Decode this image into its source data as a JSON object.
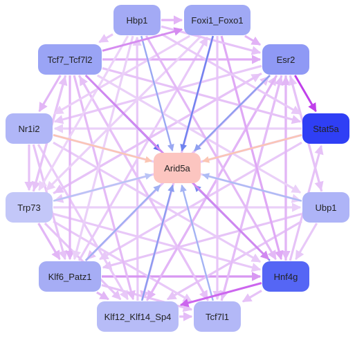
{
  "nodes": [
    {
      "id": "hbp1",
      "label": "Hbp1",
      "color": "#a3aaf5"
    },
    {
      "id": "foxi1",
      "label": "Foxi1_Foxo1",
      "color": "#a0a9f5"
    },
    {
      "id": "tcf7",
      "label": "Tcf7_Tcf7l2",
      "color": "#9aa4f5"
    },
    {
      "id": "esr2",
      "label": "Esr2",
      "color": "#8f99f5"
    },
    {
      "id": "nr1i2",
      "label": "Nr1i2",
      "color": "#b0b6f7"
    },
    {
      "id": "stat5a",
      "label": "Stat5a",
      "color": "#2f3ff5"
    },
    {
      "id": "arid5a",
      "label": "Arid5a",
      "color": "#fcc5c0"
    },
    {
      "id": "trp73",
      "label": "Trp73",
      "color": "#c3c7f8"
    },
    {
      "id": "ubp1",
      "label": "Ubp1",
      "color": "#aeb4f7"
    },
    {
      "id": "klf6",
      "label": "Klf6_Patz1",
      "color": "#a6adf5"
    },
    {
      "id": "hnf4g",
      "label": "Hnf4g",
      "color": "#5566f5"
    },
    {
      "id": "klf12",
      "label": "Klf12_Klf14_Sp4",
      "color": "#b7bcf7"
    },
    {
      "id": "tcf7l1",
      "label": "Tcf7l1",
      "color": "#b3b8f7"
    }
  ],
  "edges": [
    {
      "from": "tcf7",
      "to": "arid5a",
      "color": "#5b70ee"
    },
    {
      "from": "foxi1",
      "to": "arid5a",
      "color": "#6f83ef"
    },
    {
      "from": "hbp1",
      "to": "arid5a",
      "color": "#9aa8f2"
    },
    {
      "from": "esr2",
      "to": "arid5a",
      "color": "#8fa0f0"
    },
    {
      "from": "stat5a",
      "to": "arid5a",
      "color": "#fbc6b3"
    },
    {
      "from": "nr1i2",
      "to": "arid5a",
      "color": "#fbc6b3"
    },
    {
      "from": "trp73",
      "to": "arid5a",
      "color": "#b9c4f6"
    },
    {
      "from": "ubp1",
      "to": "arid5a",
      "color": "#aebcf5"
    },
    {
      "from": "klf6",
      "to": "arid5a",
      "color": "#a0b0f3"
    },
    {
      "from": "hnf4g",
      "to": "arid5a",
      "color": "#7587ef"
    },
    {
      "from": "klf12",
      "to": "arid5a",
      "color": "#8b9cf0"
    },
    {
      "from": "tcf7l1",
      "to": "arid5a",
      "color": "#a4b3f4"
    },
    {
      "from": "esr2",
      "to": "stat5a",
      "color": "#c040ea"
    },
    {
      "from": "hnf4g",
      "to": "klf12",
      "color": "#cc66ee"
    },
    {
      "from": "tcf7",
      "to": "hnf4g",
      "color": "#d088f0"
    },
    {
      "from": "tcf7",
      "to": "foxi1",
      "color": "#d58cf0"
    },
    {
      "from": "hbp1",
      "to": "foxi1",
      "color": "#e3b4f6"
    },
    {
      "from": "hbp1",
      "to": "tcf7",
      "color": "#e8c6f8"
    },
    {
      "from": "hbp1",
      "to": "esr2",
      "color": "#e6c2f8"
    },
    {
      "from": "hbp1",
      "to": "stat5a",
      "color": "#e8c8f8"
    },
    {
      "from": "hbp1",
      "to": "hnf4g",
      "color": "#e3b8f6"
    },
    {
      "from": "hbp1",
      "to": "klf6",
      "color": "#ead0f8"
    },
    {
      "from": "hbp1",
      "to": "trp73",
      "color": "#ecd2f9"
    },
    {
      "from": "foxi1",
      "to": "esr2",
      "color": "#e2b2f6"
    },
    {
      "from": "foxi1",
      "to": "hnf4g",
      "color": "#dfa8f5"
    },
    {
      "from": "foxi1",
      "to": "klf12",
      "color": "#e6c0f7"
    },
    {
      "from": "foxi1",
      "to": "trp73",
      "color": "#ebd0f8"
    },
    {
      "from": "foxi1",
      "to": "tcf7l1",
      "color": "#e8c6f8"
    },
    {
      "from": "foxi1",
      "to": "nr1i2",
      "color": "#ebcef8"
    },
    {
      "from": "tcf7",
      "to": "esr2",
      "color": "#e0adf5"
    },
    {
      "from": "tcf7",
      "to": "stat5a",
      "color": "#e6c2f7"
    },
    {
      "from": "tcf7",
      "to": "klf6",
      "color": "#e2b4f6"
    },
    {
      "from": "tcf7",
      "to": "klf12",
      "color": "#e4baf6"
    },
    {
      "from": "tcf7",
      "to": "tcf7l1",
      "color": "#e6c0f7"
    },
    {
      "from": "tcf7",
      "to": "trp73",
      "color": "#e6c2f7"
    },
    {
      "from": "tcf7",
      "to": "nr1i2",
      "color": "#e2b6f6"
    },
    {
      "from": "tcf7",
      "to": "ubp1",
      "color": "#ead0f8"
    },
    {
      "from": "esr2",
      "to": "klf6",
      "color": "#e6c2f7"
    },
    {
      "from": "esr2",
      "to": "klf12",
      "color": "#e2b4f6"
    },
    {
      "from": "esr2",
      "to": "tcf7l1",
      "color": "#e4bcf7"
    },
    {
      "from": "esr2",
      "to": "trp73",
      "color": "#e6c2f7"
    },
    {
      "from": "esr2",
      "to": "nr1i2",
      "color": "#e8c8f8"
    },
    {
      "from": "esr2",
      "to": "ubp1",
      "color": "#e6c2f7"
    },
    {
      "from": "esr2",
      "to": "hnf4g",
      "color": "#e2b6f6"
    },
    {
      "from": "stat5a",
      "to": "nr1i2",
      "color": "#ead0f8"
    },
    {
      "from": "stat5a",
      "to": "klf6",
      "color": "#e8c8f8"
    },
    {
      "from": "stat5a",
      "to": "trp73",
      "color": "#e8c8f8"
    },
    {
      "from": "nr1i2",
      "to": "trp73",
      "color": "#e6c2f7"
    },
    {
      "from": "nr1i2",
      "to": "klf6",
      "color": "#e6c2f7"
    },
    {
      "from": "nr1i2",
      "to": "klf12",
      "color": "#e8c8f8"
    },
    {
      "from": "nr1i2",
      "to": "hnf4g",
      "color": "#e8caf8"
    },
    {
      "from": "nr1i2",
      "to": "ubp1",
      "color": "#ead0f8"
    },
    {
      "from": "trp73",
      "to": "klf6",
      "color": "#e2b6f6"
    },
    {
      "from": "trp73",
      "to": "klf12",
      "color": "#e6c2f7"
    },
    {
      "from": "trp73",
      "to": "tcf7l1",
      "color": "#e8c8f8"
    },
    {
      "from": "trp73",
      "to": "hnf4g",
      "color": "#e8c8f8"
    },
    {
      "from": "trp73",
      "to": "ubp1",
      "color": "#ead0f8"
    },
    {
      "from": "ubp1",
      "to": "klf6",
      "color": "#e6c4f7"
    },
    {
      "from": "ubp1",
      "to": "klf12",
      "color": "#e6c4f7"
    },
    {
      "from": "ubp1",
      "to": "hnf4g",
      "color": "#e8c8f8"
    },
    {
      "from": "ubp1",
      "to": "esr2",
      "color": "#e8c8f8"
    },
    {
      "from": "klf6",
      "to": "klf12",
      "color": "#e2b6f6"
    },
    {
      "from": "klf6",
      "to": "hnf4g",
      "color": "#d898f2"
    },
    {
      "from": "klf6",
      "to": "tcf7l1",
      "color": "#e6c2f7"
    },
    {
      "from": "klf12",
      "to": "tcf7l1",
      "color": "#e4bcf7"
    },
    {
      "from": "hnf4g",
      "to": "tcf7l1",
      "color": "#e6c2f7"
    },
    {
      "from": "hnf4g",
      "to": "esr2",
      "color": "#e2b6f6"
    },
    {
      "from": "hnf4g",
      "to": "stat5a",
      "color": "#e6c2f7"
    },
    {
      "from": "tcf7l1",
      "to": "esr2",
      "color": "#e4bcf7"
    },
    {
      "from": "tcf7l1",
      "to": "tcf7",
      "color": "#e6c2f7"
    },
    {
      "from": "klf12",
      "to": "esr2",
      "color": "#e6c2f7"
    },
    {
      "from": "klf12",
      "to": "hbp1",
      "color": "#e8c8f8"
    },
    {
      "from": "klf6",
      "to": "esr2",
      "color": "#e6c2f7"
    },
    {
      "from": "klf6",
      "to": "foxi1",
      "color": "#e8c8f8"
    },
    {
      "from": "trp73",
      "to": "esr2",
      "color": "#e8c8f8"
    },
    {
      "from": "trp73",
      "to": "tcf7",
      "color": "#e6c2f7"
    }
  ]
}
